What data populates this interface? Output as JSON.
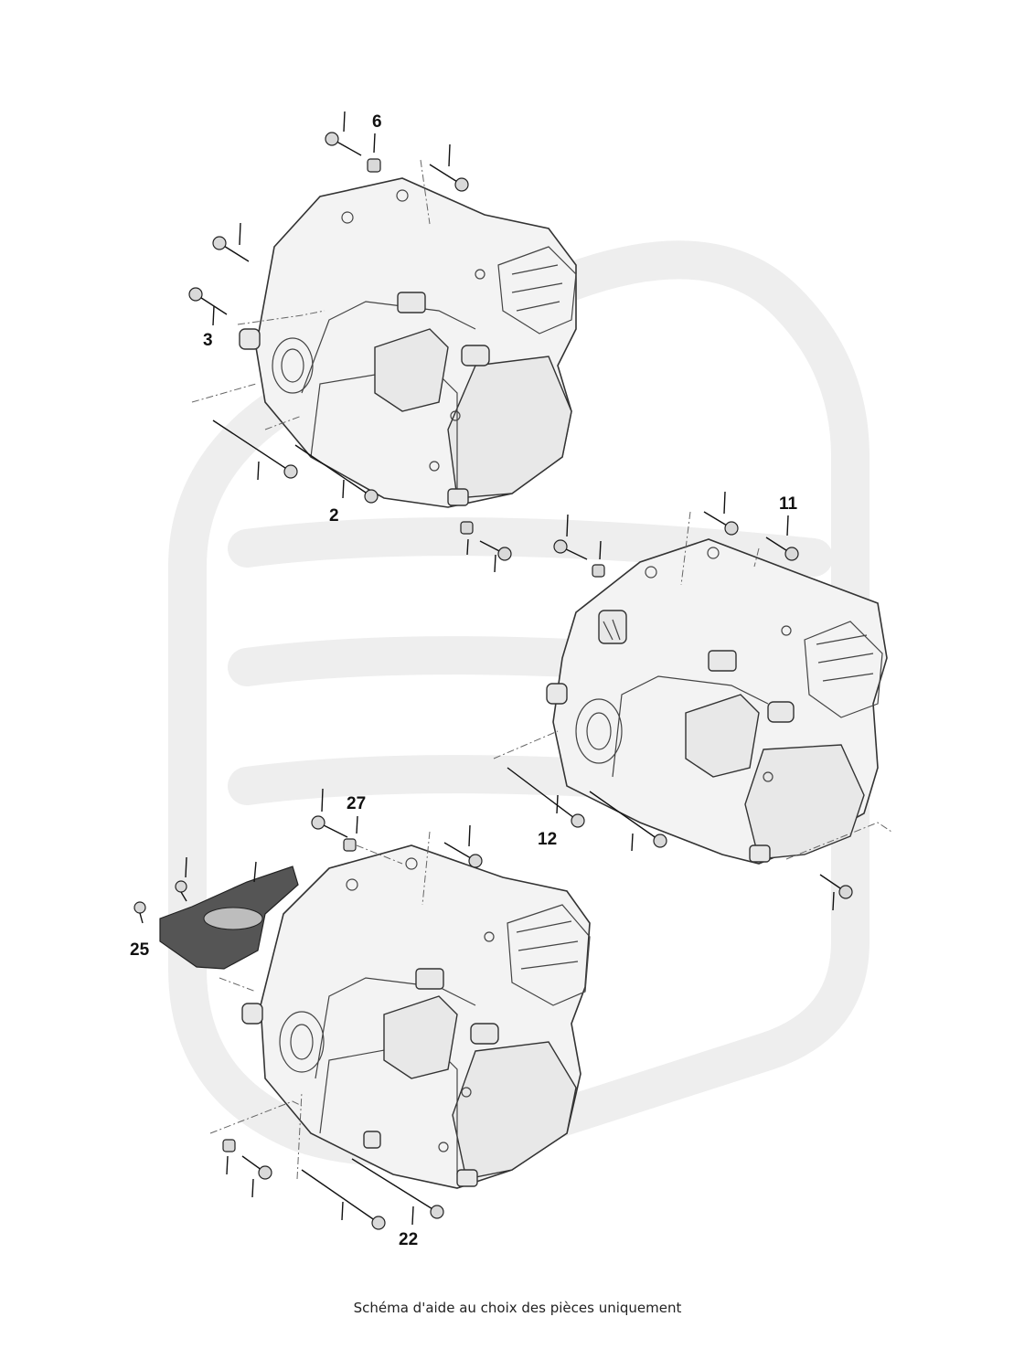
{
  "diagram": {
    "callouts": {
      "c6": "6",
      "c3": "3",
      "c2": "2",
      "c11": "11",
      "c12": "12",
      "c27": "27",
      "c25": "25",
      "c22": "22"
    }
  },
  "footer": {
    "caption": "Schéma d'aide au choix des pièces uniquement"
  },
  "colors": {
    "line": "#333333",
    "housing_fill": "#f3f3f3",
    "watermark": "#eeeeee",
    "cover_plate": "#555555"
  }
}
